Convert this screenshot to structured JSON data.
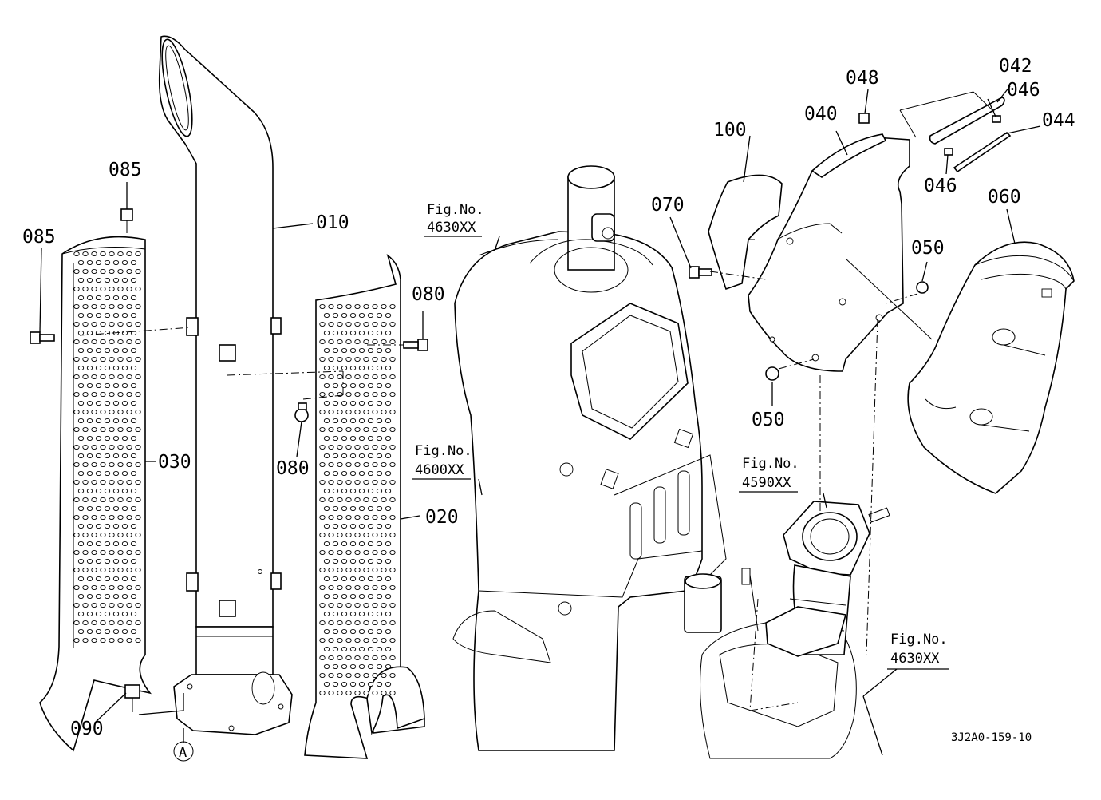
{
  "labels": {
    "p010": "010",
    "p020": "020",
    "p030": "030",
    "p040": "040",
    "p042": "042",
    "p044": "044",
    "p046a": "046",
    "p046b": "046",
    "p048": "048",
    "p050a": "050",
    "p050b": "050",
    "p060": "060",
    "p070": "070",
    "p080a": "080",
    "p080b": "080",
    "p085a": "085",
    "p085b": "085",
    "p090": "090",
    "p100": "100"
  },
  "figure_refs": {
    "fig4630a": {
      "line1": "Fig.No.",
      "line2": "4630XX"
    },
    "fig4600": {
      "line1": "Fig.No.",
      "line2": "4600XX"
    },
    "fig4590": {
      "line1": "Fig.No.",
      "line2": "4590XX"
    },
    "fig4630b": {
      "line1": "Fig.No.",
      "line2": "4630XX"
    }
  },
  "reference_marker": "A",
  "drawing_code": "3J2A0-159-10"
}
